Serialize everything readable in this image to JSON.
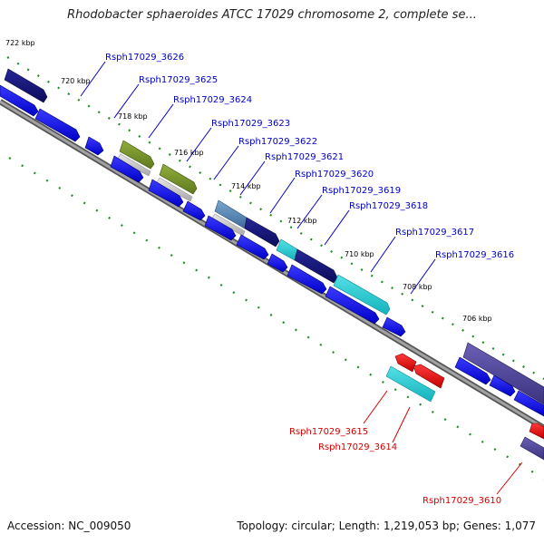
{
  "title": "Rhodobacter sphaeroides ATCC 17029 chromosome 2, complete se...",
  "footer": {
    "accession": "Accession: NC_009050",
    "summary": "Topology: circular; Length: 1,219,053 bp; Genes: 1,077"
  },
  "colors": {
    "forward_label": "#0000c8",
    "reverse_label": "#d40000",
    "tick": "#1f8c1f",
    "axis": "#777777"
  },
  "ruler": [
    "722 kbp",
    "720 kbp",
    "718 kbp",
    "716 kbp",
    "714 kbp",
    "712 kbp",
    "710 kbp",
    "708 kbp",
    "706 kbp"
  ],
  "forward_genes": [
    "Rsph17029_3626",
    "Rsph17029_3625",
    "Rsph17029_3624",
    "Rsph17029_3623",
    "Rsph17029_3622",
    "Rsph17029_3621",
    "Rsph17029_3620",
    "Rsph17029_3619",
    "Rsph17029_3618",
    "Rsph17029_3617",
    "Rsph17029_3616"
  ],
  "reverse_genes": [
    "Rsph17029_3615",
    "Rsph17029_3614",
    "Rsph17029_3610"
  ]
}
